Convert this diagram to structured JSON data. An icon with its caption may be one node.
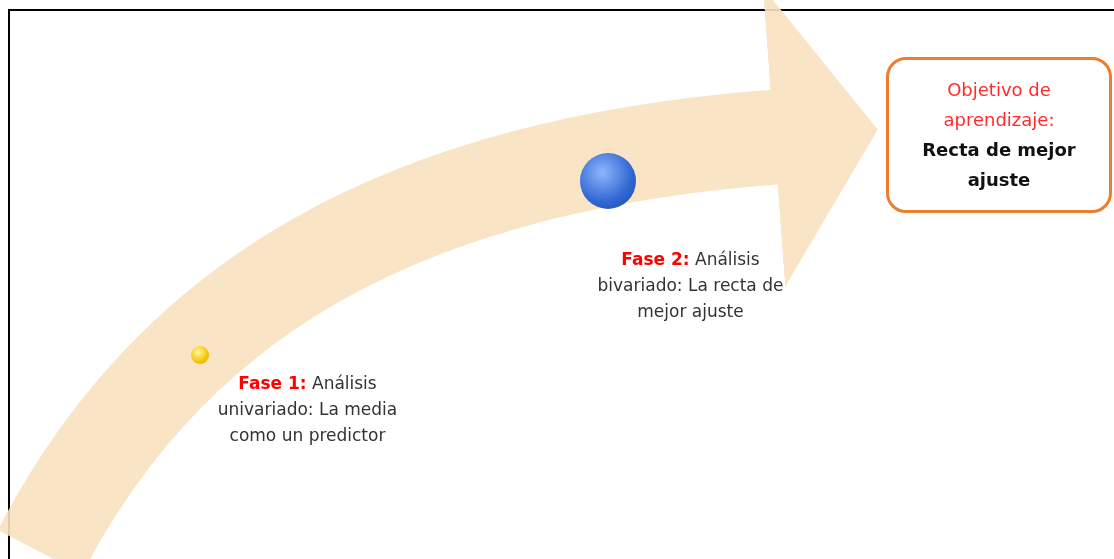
{
  "diagram": {
    "nodes": [
      {
        "text": [],
        "shape": "circle",
        "beside": [
          "**Fase 1:** Análisis univariado: La media como un predictor"
        ]
      },
      {
        "text": [],
        "shape": "circle",
        "beside": [
          "**Fase 2:** Análisis bivariado: La recta de mejor ajuste"
        ]
      },
      {
        "text": [
          "Objetivo de aprendizaje:",
          "Recta de mejor ajuste"
        ]
      }
    ],
    "edges": [
      {
        "from": null,
        "to": 2,
        "arrow": "to"
      }
    ]
  }
}
